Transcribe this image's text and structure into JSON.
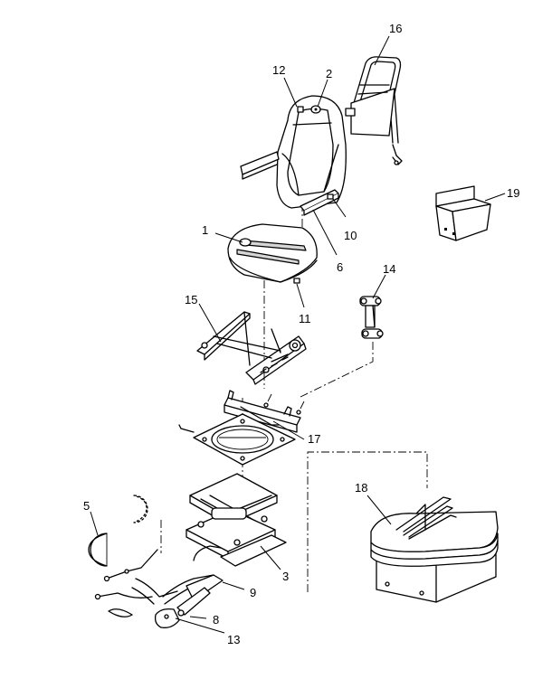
{
  "callouts": {
    "c1": "1",
    "c2": "2",
    "c3": "3",
    "c5": "5",
    "c6": "6",
    "c8": "8",
    "c9": "9",
    "c10": "10",
    "c11": "11",
    "c12": "12",
    "c13": "13",
    "c14": "14",
    "c15": "15",
    "c16": "16",
    "c17": "17",
    "c18": "18",
    "c19": "19"
  }
}
